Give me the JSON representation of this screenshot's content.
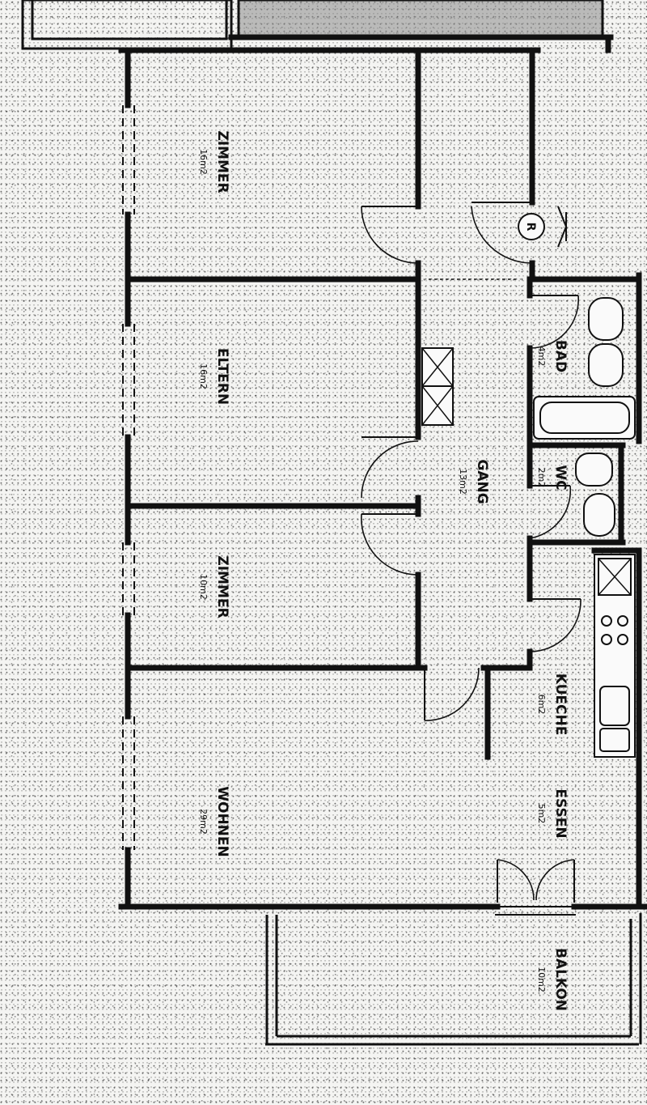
{
  "floor_plan": {
    "rooms": [
      {
        "id": "zimmer-top",
        "name": "ZIMMER",
        "area": "16m2"
      },
      {
        "id": "eltern",
        "name": "ELTERN",
        "area": "16m2"
      },
      {
        "id": "zimmer-mid",
        "name": "ZIMMER",
        "area": "10m2"
      },
      {
        "id": "wohnen",
        "name": "WOHNEN",
        "area": "29m2"
      },
      {
        "id": "gang",
        "name": "GANG",
        "area": "13m2"
      },
      {
        "id": "bad",
        "name": "BAD",
        "area": "4m2"
      },
      {
        "id": "wc",
        "name": "WC",
        "area": "2m2"
      },
      {
        "id": "kueche",
        "name": "KUECHE",
        "area": "6m2"
      },
      {
        "id": "essen",
        "name": "ESSEN",
        "area": "5m2"
      },
      {
        "id": "balkon",
        "name": "BALKON",
        "area": "10m2"
      }
    ],
    "entrance_symbol": "R"
  }
}
